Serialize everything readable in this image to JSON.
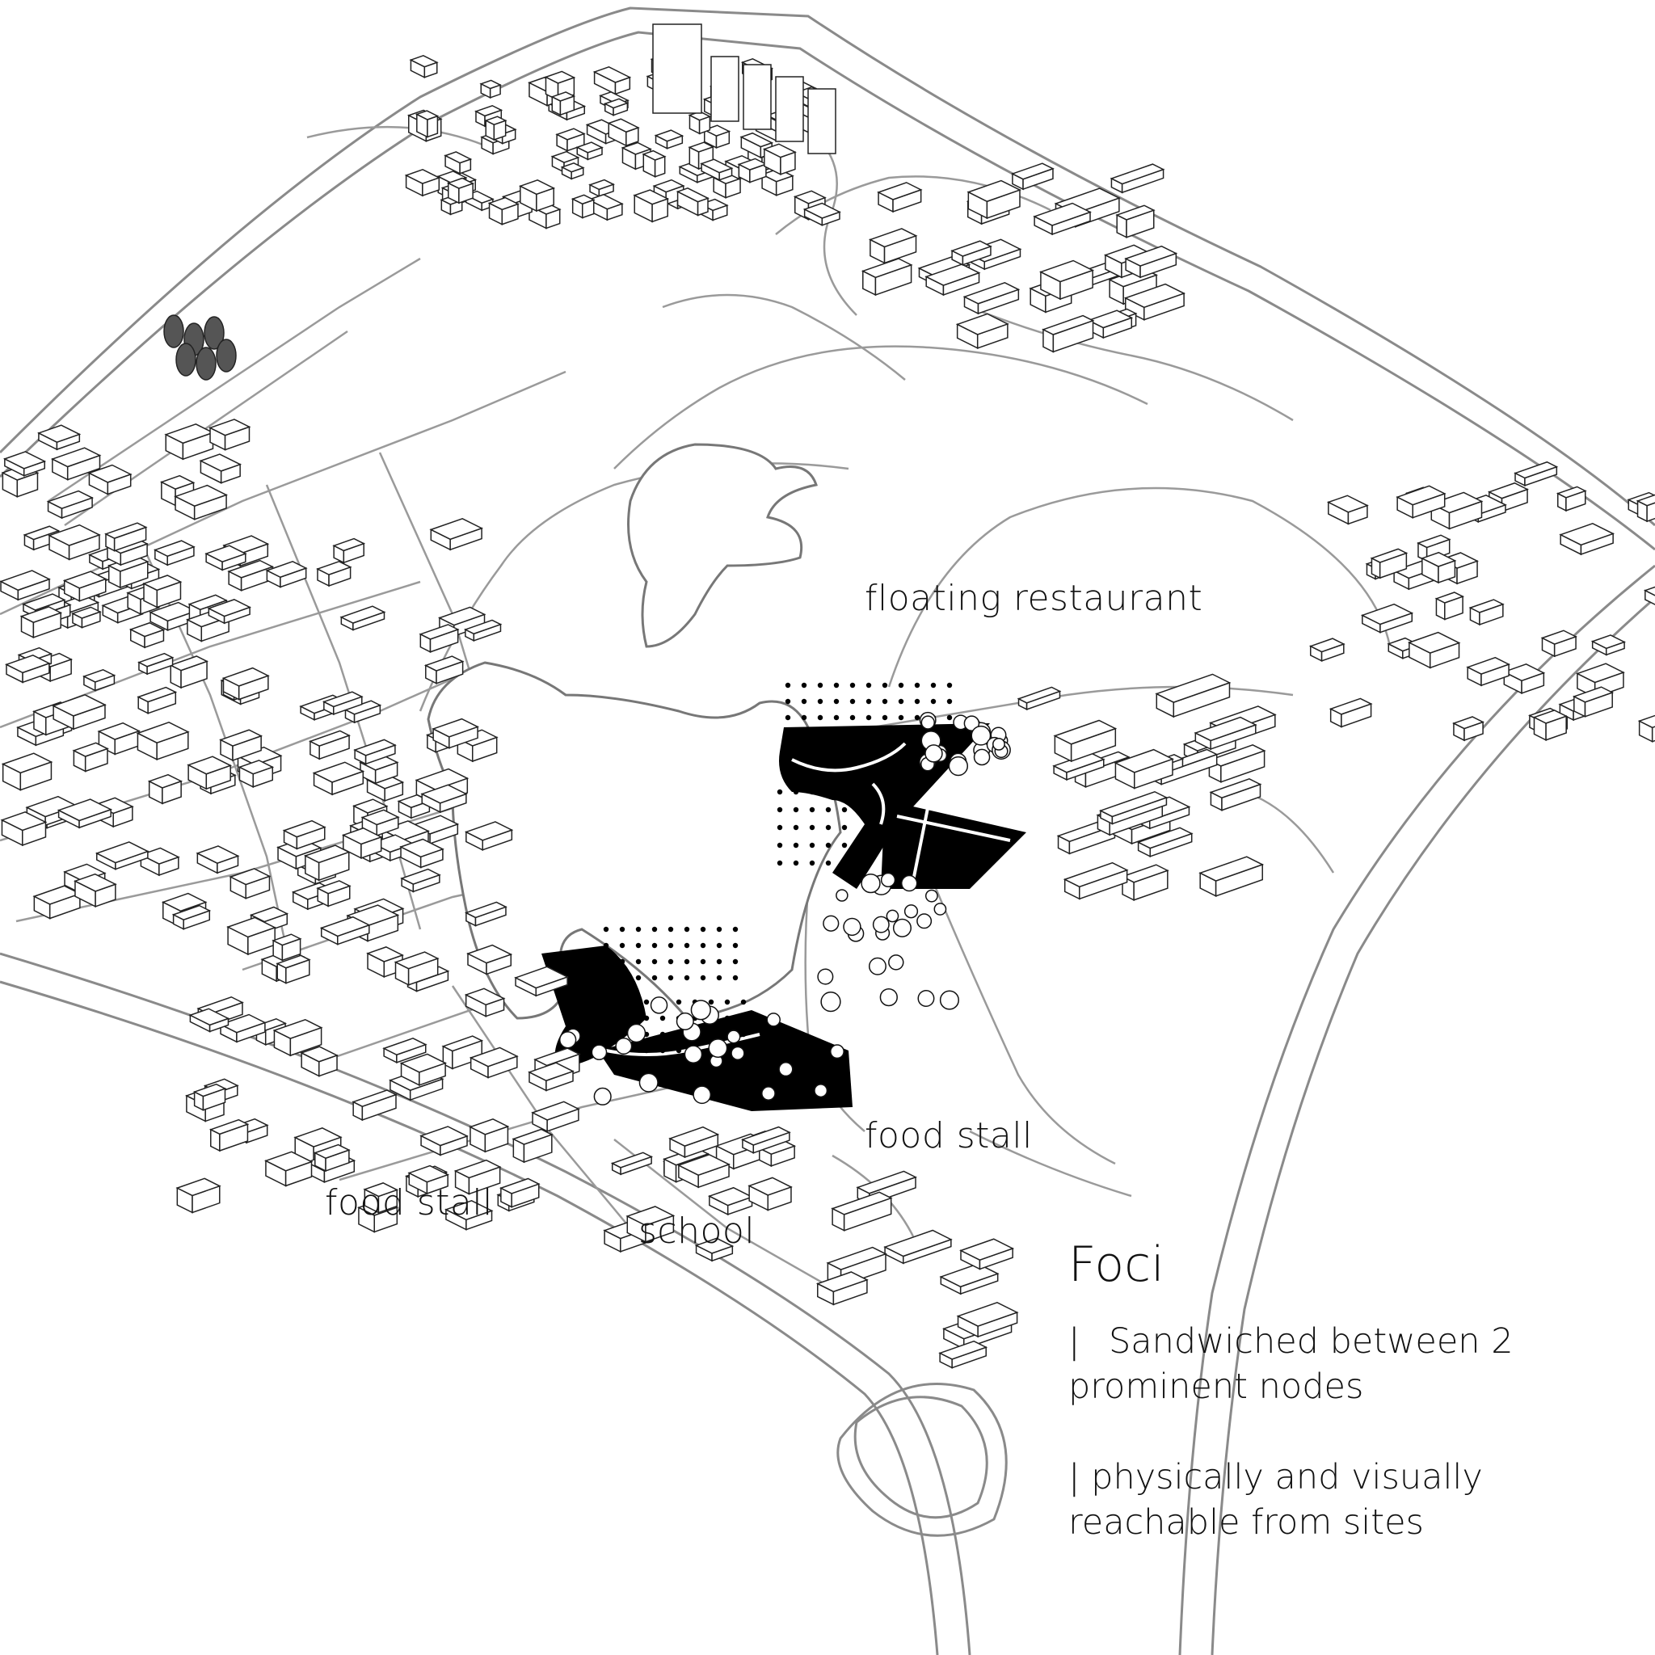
{
  "labels": {
    "floating_restaurant": "floating restaurant",
    "food_stall_east": "food stall",
    "food_stall_west": "food stall",
    "school": "school"
  },
  "legend": {
    "title": "Foci",
    "note1_bar": "|",
    "note1_text": "Sandwiched between 2 prominent nodes",
    "note2_bar": "|",
    "note2_text": "physically and visually reachable from sites"
  },
  "colors": {
    "ink": "#111111",
    "line": "#8a8a8a",
    "paper": "#ffffff",
    "building_fill": "#ffffff",
    "foci_fill": "#000000"
  }
}
